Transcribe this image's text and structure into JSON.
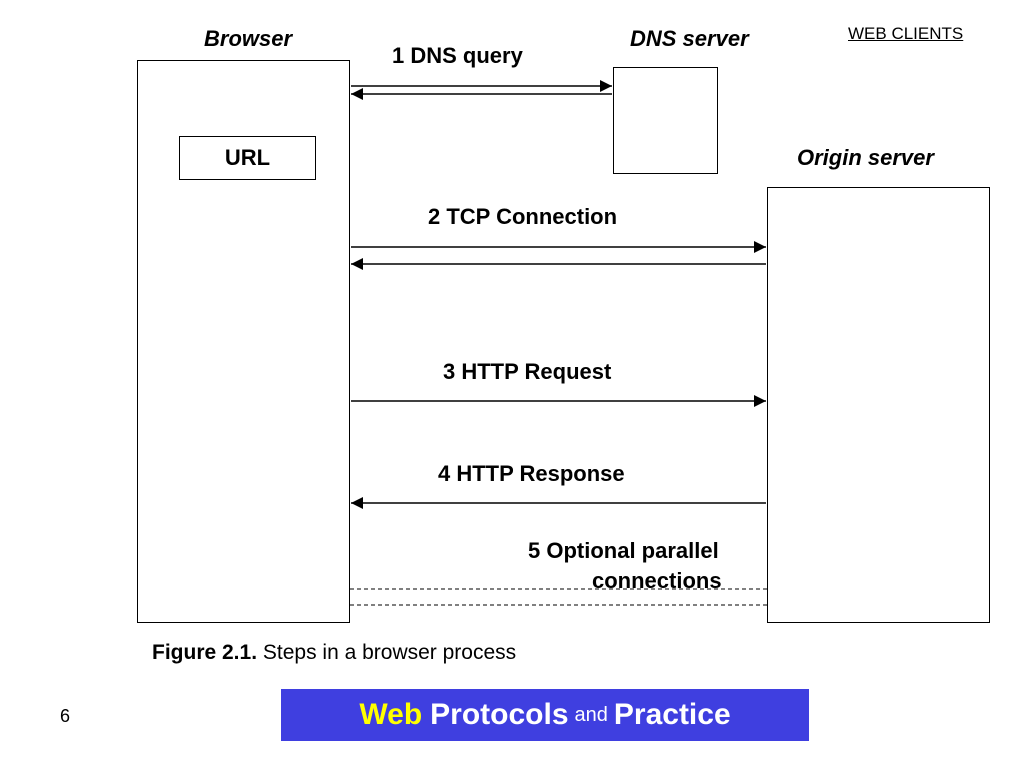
{
  "header": {
    "link_label": "WEB CLIENTS"
  },
  "actors": {
    "browser": "Browser",
    "dns_server": "DNS server",
    "origin_server": "Origin server"
  },
  "browser_box": {
    "url_label": "URL"
  },
  "steps": {
    "step1": "1 DNS query",
    "step2": "2 TCP Connection",
    "step3": "3 HTTP Request",
    "step4": "4 HTTP Response",
    "step5_line1": "5 Optional parallel",
    "step5_line2": "connections"
  },
  "caption": {
    "figure": "Figure 2.1.",
    "text": "Steps in a browser process"
  },
  "footer": {
    "page_number": "6",
    "banner_web": "Web",
    "banner_protocols": "Protocols",
    "banner_and": "and",
    "banner_practice": "Practice",
    "banner_bg": "#3f3fe0",
    "banner_web_color": "#ffff00"
  }
}
